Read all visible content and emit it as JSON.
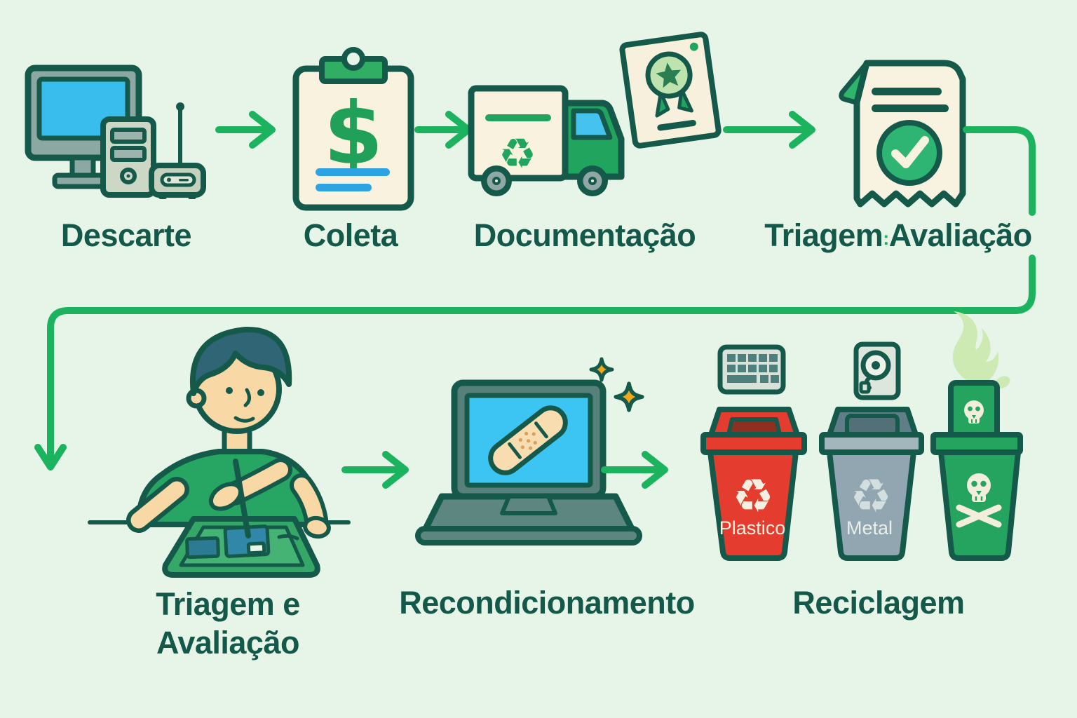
{
  "colors": {
    "background": "#e7f5e9",
    "outline": "#15594a",
    "text": "#14584a",
    "arrow_green": "#1cb35e",
    "accent_green": "#21a55e",
    "cream": "#f8f2de",
    "screen_blue": "#38bdec",
    "clipboard_line_blue": "#2ea3e4",
    "red_bin": "#e43c2f",
    "gray_bin": "#91a6b0",
    "green_bin": "#25a45f",
    "gold_sparkle": "#f2a71b",
    "skin": "#f8d8a4",
    "hair": "#2f6574",
    "flame_green": "#cdeab3"
  },
  "glyphs": {
    "recycle": "♻",
    "dollar": "$"
  },
  "icons": {
    "row1": [
      "discarded-electronics-icon",
      "clipboard-dollar-icon",
      "recycling-truck-and-certificate-icon",
      "receipt-approved-icon"
    ],
    "row2": [
      "technician-inspecting-devices-icon",
      "laptop-bandage-sparkles-icon",
      "recycling-bins-icon"
    ],
    "above_bins": [
      "keyboard-icon",
      "hard-drive-icon",
      "toxic-card-flame-icon"
    ]
  },
  "steps_row1": [
    {
      "label": "Descarte"
    },
    {
      "label": "Coleta"
    },
    {
      "label": "Documentação"
    },
    {
      "label_left": "Triagem",
      "separator": ":",
      "label_right": "Avaliação"
    }
  ],
  "steps_row2": [
    {
      "label_line1": "Triagem e",
      "label_line2": "Avaliação"
    },
    {
      "label": "Recondicionamento"
    },
    {
      "label": "Reciclagem"
    }
  ],
  "bins": [
    {
      "label": "Plastico"
    },
    {
      "label": "Metal"
    },
    {
      "label": ""
    }
  ]
}
